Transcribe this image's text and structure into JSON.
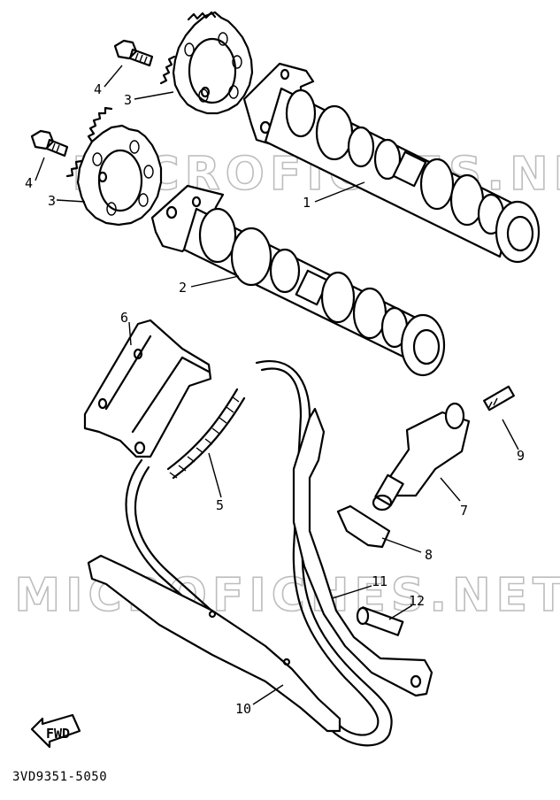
{
  "diagram": {
    "part_code": "3VD9351-5050",
    "fwd_label": "FWD",
    "watermark": "MICROFICHES.NET",
    "callouts": [
      "1",
      "2",
      "3",
      "3",
      "4",
      "4",
      "5",
      "6",
      "7",
      "8",
      "9",
      "10",
      "11",
      "12"
    ]
  }
}
